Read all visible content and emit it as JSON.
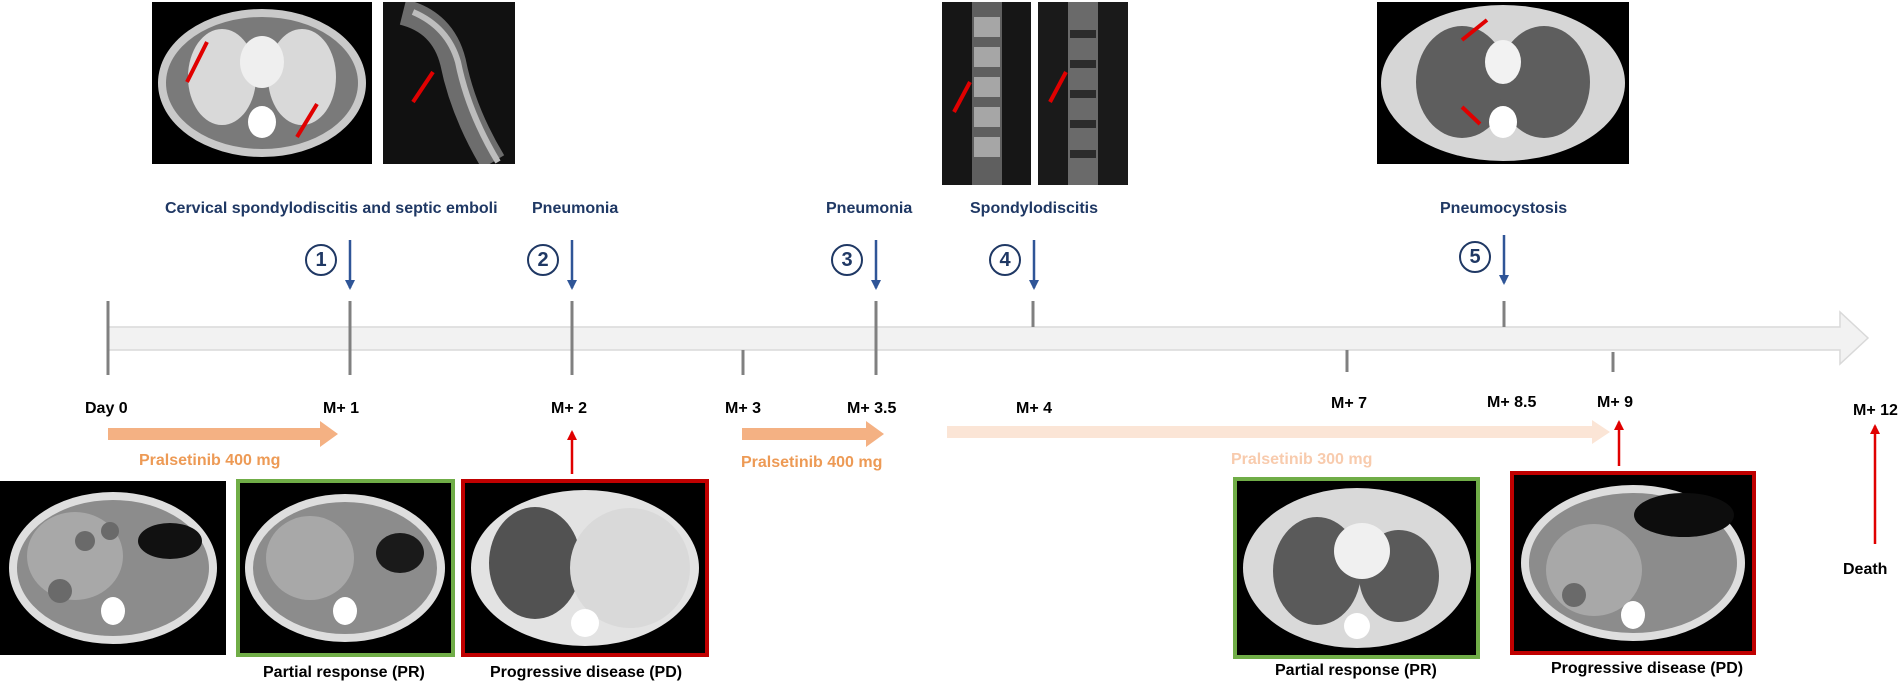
{
  "colors": {
    "event_text": "#1f3864",
    "event_arrow": "#2f5597",
    "alert_arrow": "#e00000",
    "dose_400": "#f4b183",
    "dose_400_text": "#ed9a55",
    "dose_300": "#fbe5d6",
    "dose_300_text": "#f8cbad",
    "response_pr": "#70ad47",
    "response_pd": "#c00000"
  },
  "events": [
    {
      "number": "1",
      "label": "Cervical spondylodiscitis and septic emboli"
    },
    {
      "number": "2",
      "label": "Pneumonia"
    },
    {
      "number": "3",
      "label": "Pneumonia"
    },
    {
      "number": "4",
      "label": "Spondylodiscitis"
    },
    {
      "number": "5",
      "label": "Pneumocystosis"
    }
  ],
  "timepoints": [
    "Day 0",
    "M+ 1",
    "M+ 2",
    "M+ 3",
    "M+ 3.5",
    "M+ 4",
    "M+ 7",
    "M+ 8.5",
    "M+ 9",
    "M+ 12"
  ],
  "treatments": [
    {
      "label": "Pralsetinib 400 mg"
    },
    {
      "label": "Pralsetinib 400 mg"
    },
    {
      "label": "Pralsetinib 300 mg"
    }
  ],
  "responses": [
    {
      "label": "Partial response (PR)"
    },
    {
      "label": "Progressive disease (PD)"
    },
    {
      "label": "Partial response (PR)"
    },
    {
      "label": "Progressive disease (PD)"
    }
  ],
  "outcome": {
    "label": "Death"
  },
  "images": [
    {
      "icon": "ct-chest-axial-scan"
    },
    {
      "icon": "mri-cervical-sagittal-scan"
    },
    {
      "icon": "mri-lumbar-sagittal-scan"
    },
    {
      "icon": "mri-lumbar-sagittal-scan"
    },
    {
      "icon": "ct-chest-axial-scan"
    },
    {
      "icon": "ct-abdomen-axial-scan"
    },
    {
      "icon": "ct-abdomen-axial-scan"
    },
    {
      "icon": "ct-chest-axial-scan"
    },
    {
      "icon": "ct-chest-axial-scan"
    },
    {
      "icon": "ct-abdomen-axial-scan"
    }
  ]
}
